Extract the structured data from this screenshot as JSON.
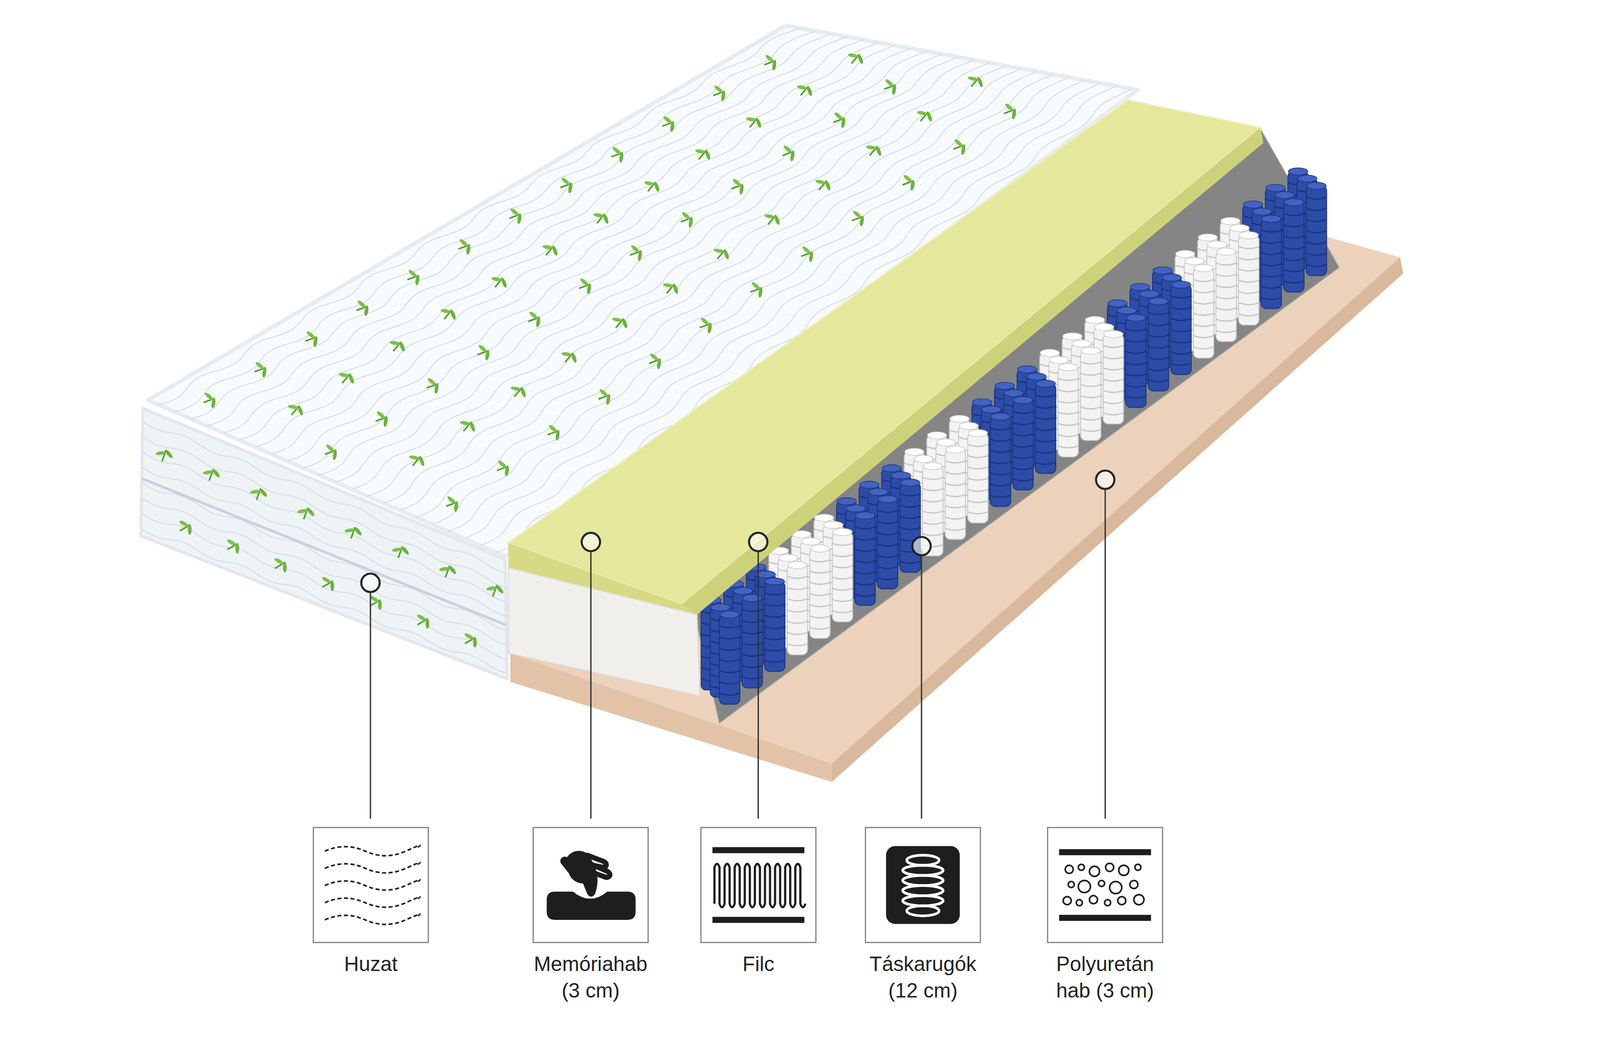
{
  "diagram": {
    "nodes": [
      {
        "text": [
          "Huzat"
        ]
      },
      {
        "text": [
          "Memóriahab (3 cm)"
        ]
      },
      {
        "text": [
          "Filc"
        ]
      },
      {
        "text": [
          "Táskarugók (12 cm)"
        ]
      },
      {
        "text": [
          "Polyuretán hab (3 cm)"
        ]
      }
    ]
  }
}
